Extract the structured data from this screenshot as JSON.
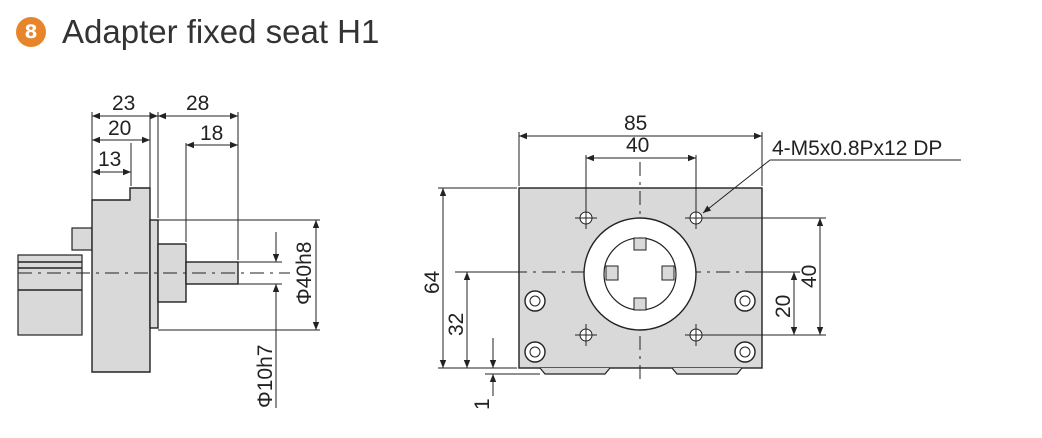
{
  "header": {
    "badge": "8",
    "title": "Adapter fixed seat H1"
  },
  "colors": {
    "badge": "#e8842a",
    "part_fill": "#d9d9d9",
    "line": "#222222"
  },
  "side_view": {
    "dims": {
      "d23": "23",
      "d20": "20",
      "d13": "13",
      "d28": "28",
      "d18": "18",
      "phi40": "Φ40h8",
      "phi10": "Φ10h7"
    }
  },
  "front_view": {
    "dims": {
      "d85": "85",
      "d40_top": "40",
      "thread": "4-M5x0.8Px12 DP",
      "d64": "64",
      "d32": "32",
      "d1": "1",
      "d20_right": "20",
      "d40_right": "40"
    }
  }
}
